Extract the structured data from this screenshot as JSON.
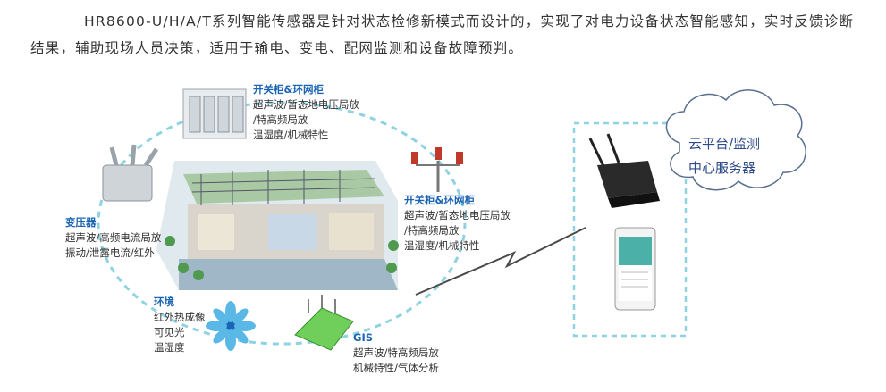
{
  "intro": {
    "paragraph": "HR8600-U/H/A/T系列智能传感器是针对状态检修新模式而设计的，实现了对电力设备状态智能感知，实时反馈诊断结果，辅助现场人员决策，适用于输电、变电、配网监测和设备故障预判。"
  },
  "nodes": {
    "switchgear_top": {
      "title": "开关柜&环网柜",
      "lines": [
        "超声波/暂态地电压局放",
        "/特高频局放",
        "温湿度/机械特性"
      ]
    },
    "switchgear_right": {
      "title": "开关柜&环网柜",
      "lines": [
        "超声波/暂态地电压局放",
        "/特高频局放",
        "温湿度/机械特性"
      ]
    },
    "transformer": {
      "title": "变压器",
      "lines": [
        "超声波/高频电流局放",
        "振动/泄露电流/红外"
      ]
    },
    "environment": {
      "title": "环境",
      "lines": [
        "红外热成像",
        "可见光",
        "温湿度"
      ]
    },
    "gis": {
      "title": "GIS",
      "lines": [
        "超声波/特高频局放",
        "机械特性/气体分析"
      ]
    }
  },
  "cloud": {
    "line1": "云平台/监测",
    "line2": "中心服务器"
  },
  "icons": [
    "switchgear-icon",
    "insulator-icon",
    "transformer-icon",
    "fan-sensor-icon",
    "gis-icon",
    "substation-image",
    "gateway-router-icon",
    "mobile-phone-icon",
    "cloud-icon",
    "lightning-link-icon"
  ],
  "colors": {
    "accent_blue": "#1b64b4",
    "dashed_ring": "#8fd3e3",
    "cloud_stroke": "#5a6f8f"
  }
}
